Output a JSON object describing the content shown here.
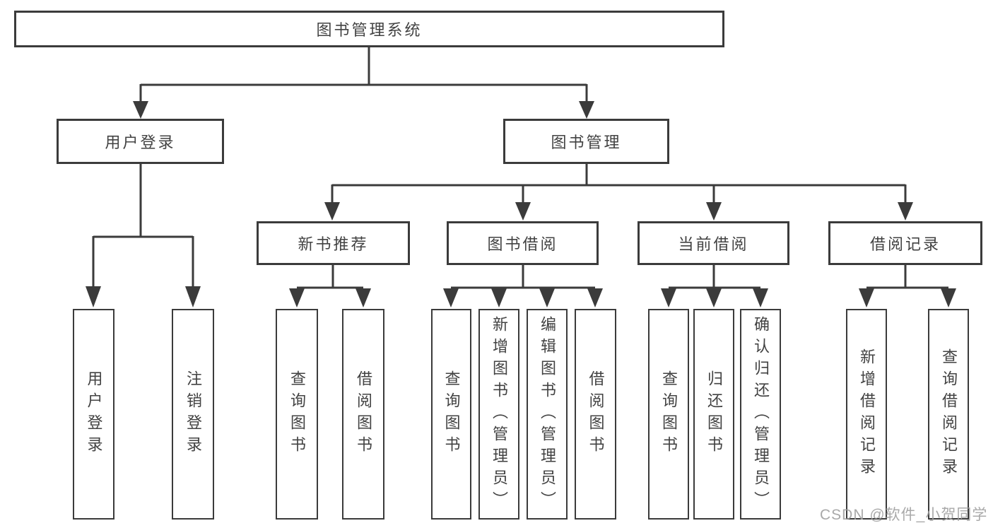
{
  "root": {
    "label": "图书管理系统"
  },
  "login": {
    "label": "用户登录",
    "leaves": [
      {
        "label": "用户登录"
      },
      {
        "label": "注销登录"
      }
    ]
  },
  "mgmt": {
    "label": "图书管理",
    "groups": [
      {
        "label": "新书推荐",
        "leaves": [
          {
            "label": "查询图书"
          },
          {
            "label": "借阅图书"
          }
        ]
      },
      {
        "label": "图书借阅",
        "leaves": [
          {
            "label": "查询图书"
          },
          {
            "label": "新增图书（管理员）"
          },
          {
            "label": "编辑图书（管理员）"
          },
          {
            "label": "借阅图书"
          }
        ]
      },
      {
        "label": "当前借阅",
        "leaves": [
          {
            "label": "查询图书"
          },
          {
            "label": "归还图书"
          },
          {
            "label": "确认归还（管理员）"
          }
        ]
      },
      {
        "label": "借阅记录",
        "leaves": [
          {
            "label": "新增借阅记录"
          },
          {
            "label": "查询借阅记录"
          }
        ]
      }
    ]
  },
  "watermark": {
    "text": "CSDN @软件_小贺同学"
  },
  "colors": {
    "line": "#3b3b3b",
    "box_border": "#3b3b3b",
    "text": "#424242",
    "watermark": "#a0a0a0",
    "background": "#ffffff"
  }
}
